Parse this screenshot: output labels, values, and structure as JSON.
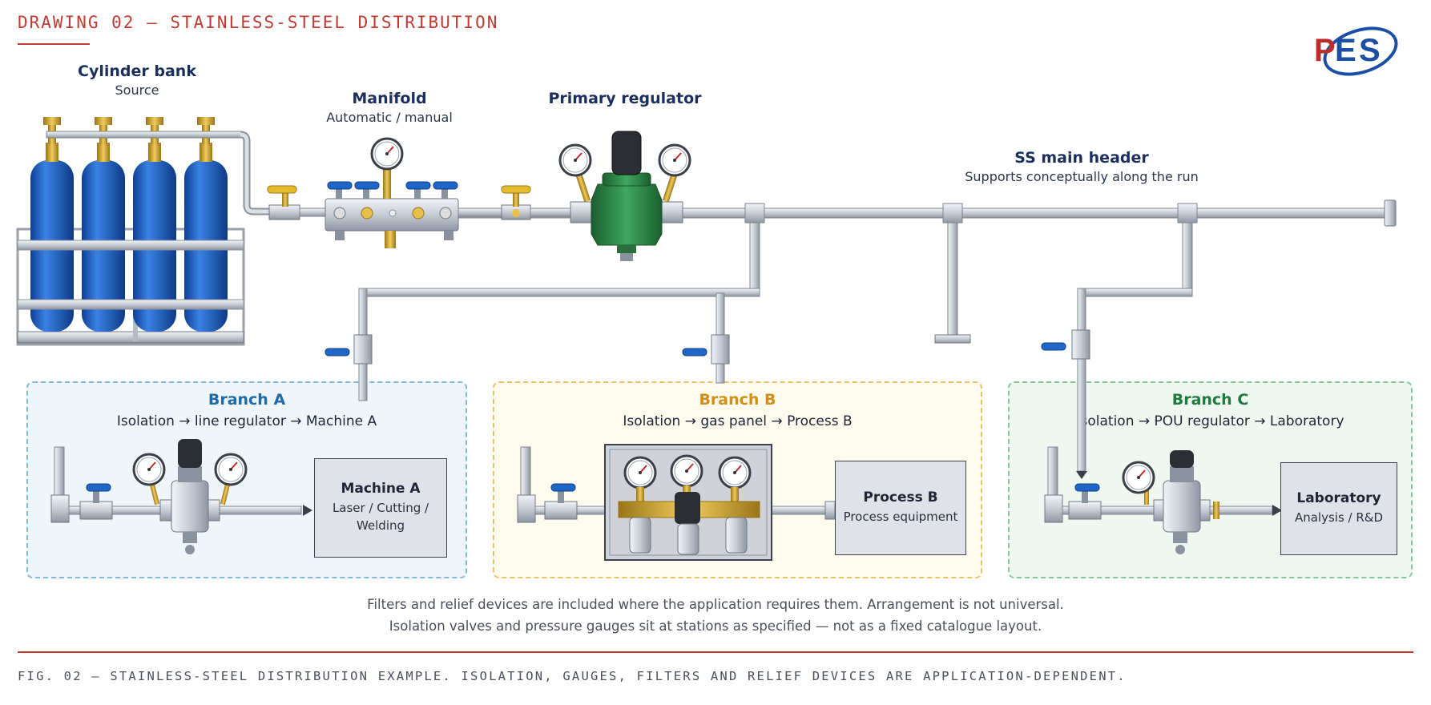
{
  "header": {
    "title": "DRAWING 02 — STAINLESS-STEEL DISTRIBUTION",
    "logo_text": "PES"
  },
  "labels": {
    "cylinder_bank": {
      "title": "Cylinder bank",
      "subtitle": "Source"
    },
    "manifold": {
      "title": "Manifold",
      "subtitle": "Automatic / manual"
    },
    "primary_regulator": {
      "title": "Primary regulator"
    },
    "main_header": {
      "title": "SS main header",
      "subtitle": "Supports conceptually along the run"
    }
  },
  "branches": {
    "a": {
      "title": "Branch A",
      "subtitle": "Isolation → line regulator → Machine A",
      "color": "#1f6aa8",
      "box_title": "Machine A",
      "box_line1": "Laser / Cutting /",
      "box_line2": "Welding"
    },
    "b": {
      "title": "Branch B",
      "subtitle": "Isolation → gas panel → Process B",
      "color": "#d08f17",
      "box_title": "Process B",
      "box_line1": "Process equipment"
    },
    "c": {
      "title": "Branch C",
      "subtitle": "Isolation → POU regulator → Laboratory",
      "color": "#1e7a3e",
      "box_title": "Laboratory",
      "box_line1": "Analysis / R&D"
    }
  },
  "notes": {
    "line1": "Filters and relief devices are included where the application requires them. Arrangement is not universal.",
    "line2": "Isolation valves and pressure gauges sit at stations as specified — not as a fixed catalogue layout."
  },
  "caption": "FIG. 02 — STAINLESS-STEEL DISTRIBUTION EXAMPLE. ISOLATION, GAUGES, FILTERS AND RELIEF DEVICES ARE APPLICATION-DEPENDENT.",
  "colors": {
    "accent_red": "#c23b32",
    "navy": "#1c2f5c",
    "cylinder_blue": "#1f5fc4",
    "regulator_green": "#2f8a4a",
    "brass": "#d3a72c",
    "steel": "#c9ced6"
  }
}
